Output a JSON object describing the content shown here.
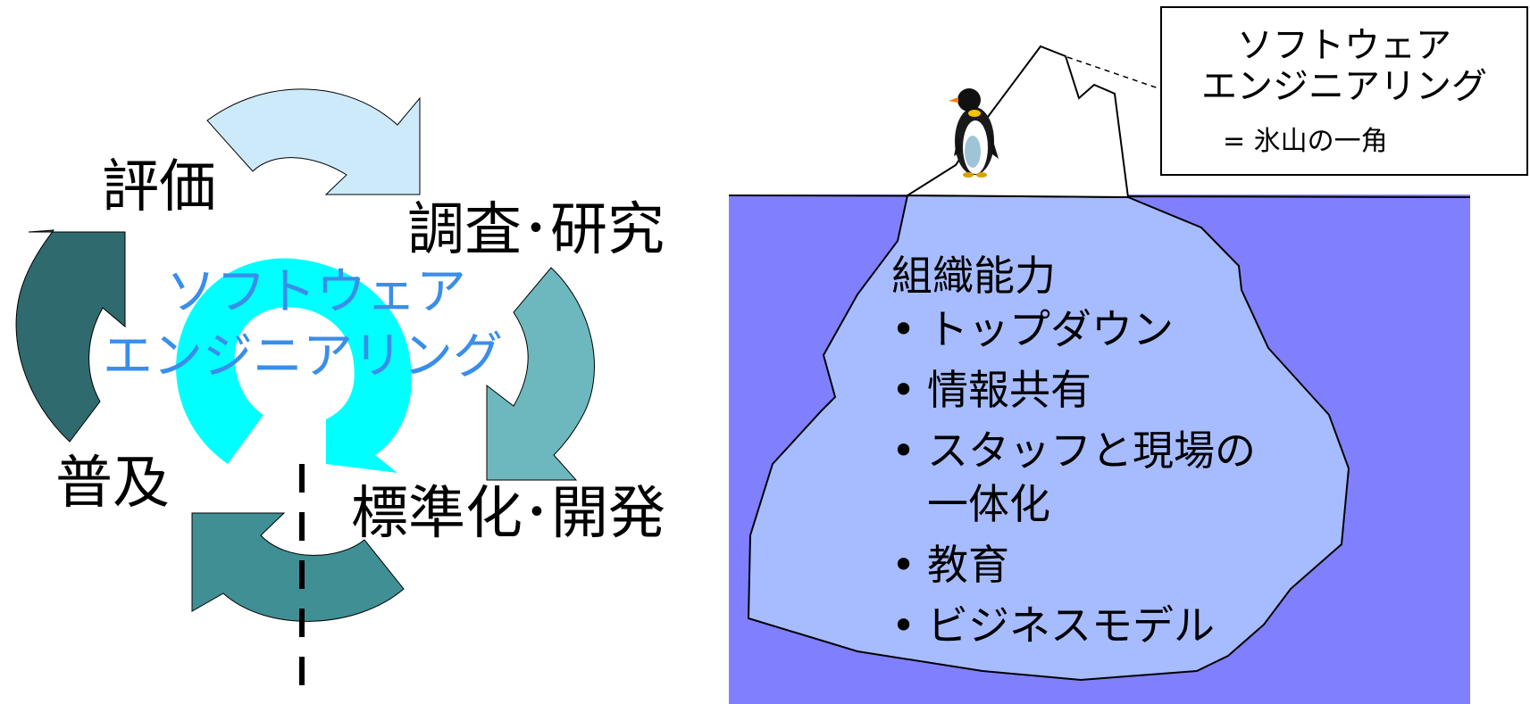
{
  "cycle": {
    "center_title_line1": "ソフトウェア",
    "center_title_line2": "エンジニアリング",
    "stages": {
      "evaluation": "評価",
      "research": "調査･研究",
      "standardization": "標準化･開発",
      "diffusion": "普及"
    },
    "colors": {
      "arrow_top": "#cdeafb",
      "arrow_left": "#2e6a6e",
      "arrow_right": "#6db8be",
      "arrow_bottom": "#3f8f95",
      "center_arrow": "#00ffff",
      "center_text": "#3a8eea"
    }
  },
  "iceberg": {
    "callout_line1": "ソフトウェア",
    "callout_line2": "エンジニアリング",
    "callout_line3": "= 氷山の一角",
    "heading": "組織能力",
    "items": [
      "トップダウン",
      "情報共有",
      "スタッフと現場の一体化",
      "教育",
      "ビジネスモデル"
    ],
    "bullet": "•",
    "colors": {
      "water": "#8080ff",
      "ice_below": "#a6bcff",
      "ice_above": "#ffffff"
    }
  }
}
